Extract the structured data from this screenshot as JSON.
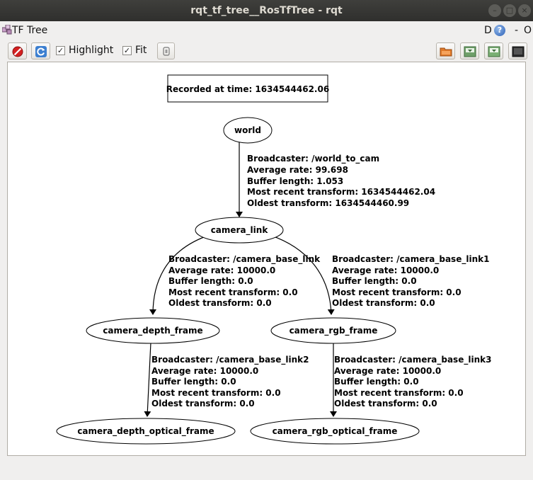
{
  "window": {
    "title": "rqt_tf_tree__RosTfTree - rqt"
  },
  "plugin": {
    "title": "TF Tree",
    "d_label": "D",
    "help_label": "?",
    "dash_label": "-",
    "o_label": "O"
  },
  "toolbar": {
    "highlight_label": "Highlight",
    "highlight_checked": true,
    "fit_label": "Fit",
    "fit_checked": true
  },
  "graph": {
    "recorded": "Recorded at time: 1634544462.06",
    "nodes": {
      "world": "world",
      "camera_link": "camera_link",
      "camera_depth_frame": "camera_depth_frame",
      "camera_rgb_frame": "camera_rgb_frame",
      "camera_depth_optical_frame": "camera_depth_optical_frame",
      "camera_rgb_optical_frame": "camera_rgb_optical_frame"
    },
    "edges": {
      "world_to_link": [
        "Broadcaster: /world_to_cam",
        "Average rate: 99.698",
        "Buffer length: 1.053",
        "Most recent transform: 1634544462.04",
        "Oldest transform: 1634544460.99"
      ],
      "link_to_depth": [
        "Broadcaster: /camera_base_link",
        "Average rate: 10000.0",
        "Buffer length: 0.0",
        "Most recent transform: 0.0",
        "Oldest transform: 0.0"
      ],
      "link_to_rgb": [
        "Broadcaster: /camera_base_link1",
        "Average rate: 10000.0",
        "Buffer length: 0.0",
        "Most recent transform: 0.0",
        "Oldest transform: 0.0"
      ],
      "depth_to_optical": [
        "Broadcaster: /camera_base_link2",
        "Average rate: 10000.0",
        "Buffer length: 0.0",
        "Most recent transform: 0.0",
        "Oldest transform: 0.0"
      ],
      "rgb_to_optical": [
        "Broadcaster: /camera_base_link3",
        "Average rate: 10000.0",
        "Buffer length: 0.0",
        "Most recent transform: 0.0",
        "Oldest transform: 0.0"
      ]
    }
  }
}
